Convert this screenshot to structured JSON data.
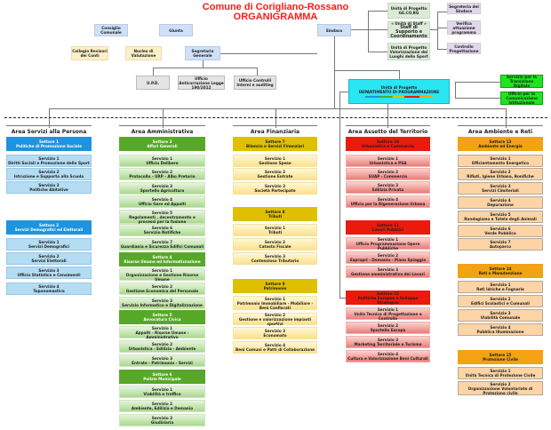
{
  "title": "Comune di Corigliano-Rossano",
  "subtitle": "ORGANIGRAMMA",
  "top": {
    "consiglio": "Consiglio Comunale",
    "giunta": "Giunta",
    "collegio": "Collegio Revisori dei Conti",
    "nucleo": "Nucleo di Valutazione",
    "segretario": "Segretario Generale",
    "upd": "U.P.D.",
    "anticorruzione": "Ufficio Anticorruzione Legge 190/2012",
    "controlli": "Ufficio Controlli Interni e auditing",
    "sindaco": "Sindaco",
    "gecorg": "Unità di Progetto GE.CO.RG",
    "staff_1": "« Unità di Staff »",
    "staff_2": "Staff di Supporto e Coordinamento",
    "valorizzazione": "Unità di Progetto Valorizzazione dei Luoghi dello Sport",
    "segreteria": "Segreteria del Sindaco",
    "verifica": "Verifica attuazione programma",
    "controllo": "Controllo Progettazione",
    "dip_1": "Unità di Progetto",
    "dip_2": "DEPARTIMENTO DI PROGRAMMAZIONE",
    "transizione": "Servizio per la Transizione Digitale",
    "comunicazione": "Ufficio per la Comunicazione Istituzionale"
  },
  "areas": [
    {
      "name": "Area Servizi alla Persona",
      "items": [
        [
          "S",
          "Settore 1",
          "Politiche di Promozione Sociale"
        ],
        [
          "V",
          "Servizio 1",
          "Diritti Sociali e Promozione dello Sport"
        ],
        [
          "V",
          "Servizio 2",
          "Istruzione e Supporto alla Scuola"
        ],
        [
          "V",
          "Servizio 3",
          "Politiche Abitative"
        ],
        [
          "S",
          "Settore 2",
          "Servizi Demografici ed Elettorali"
        ],
        [
          "V",
          "Servizio 1",
          "Servizi Demografici"
        ],
        [
          "V",
          "Servizio 2",
          "Servizi Elettorali"
        ],
        [
          "V",
          "Servizio 3",
          "Ufficio Statistica e Censimenti"
        ],
        [
          "V",
          "Servizio 4",
          "Toponomastica"
        ]
      ]
    },
    {
      "name": "Area Amministrativa",
      "items": [
        [
          "S",
          "Settore 3",
          "Affari Generali"
        ],
        [
          "V",
          "Servizio 1",
          "Ufficio Delibere"
        ],
        [
          "V",
          "Servizio 2",
          "Protocollo - URP - Albo Pretorio"
        ],
        [
          "V",
          "Servizio 3",
          "Sportello Agricoltura"
        ],
        [
          "V",
          "Servizio 4",
          "Ufficio Gare ed Appalti"
        ],
        [
          "V",
          "Servizio 5",
          "Regolamenti , decentramento e processi per la fusione"
        ],
        [
          "V",
          "Servizio 6",
          "Servizio Notifiche"
        ],
        [
          "V",
          "Servizio 7",
          "Guardiania e Sicurezza Edifici Comunali"
        ],
        [
          "S",
          "Settore 4",
          "Risorse Umane ed Informatizzazione"
        ],
        [
          "V",
          "Servizio 1",
          "Organizzazione e Gestione Risorse Umane"
        ],
        [
          "V",
          "Servizio 2",
          "Gestione Economica del Personale"
        ],
        [
          "V",
          "Servizio 3",
          "Servizio Informatico e Digitalizzazione"
        ],
        [
          "S",
          "Settore 5",
          "Avvocatura Civica"
        ],
        [
          "V",
          "Servizio 1",
          "Appalti - Risorse Umane - Amministrativo"
        ],
        [
          "V",
          "Servizio 2",
          "Urbanistica - Edilizia - Ambiente"
        ],
        [
          "V",
          "Servizio 3",
          "Entrate - Patrimonio - Servizi"
        ],
        [
          "S",
          "Settore 6",
          "Polizia Municipale"
        ],
        [
          "V",
          "Servizio 1",
          "Viabilità e traffico"
        ],
        [
          "V",
          "Servizio 2",
          "Ambiente, Edilizia e Demanio"
        ],
        [
          "V",
          "Servizio 3",
          "Giudiziaria"
        ]
      ]
    },
    {
      "name": "Area Finanziaria",
      "items": [
        [
          "S",
          "Settore 7",
          "Bilancio e Servizi Finanziari"
        ],
        [
          "V",
          "Servizio 1",
          "Gestione Spese"
        ],
        [
          "V",
          "Servizio 2",
          "Gestione Entrate"
        ],
        [
          "V",
          "Servizio 3",
          "Società Partecipate"
        ],
        [
          "S",
          "Settore 8",
          "Tributi"
        ],
        [
          "V",
          "Servizio 1",
          "Tributi"
        ],
        [
          "V",
          "Servizio 2",
          "Catasto Fiscale"
        ],
        [
          "V",
          "Servizio 3",
          "Contenzioso Tributario"
        ],
        [
          "S",
          "Settore 9",
          "Patrimonio"
        ],
        [
          "V",
          "Servizio 1",
          "Patrimonio Immobiliare - Mobiliare - Beni Confiscati"
        ],
        [
          "V",
          "Servizio 2",
          "Gestione e valorizzazione impianti sportivi"
        ],
        [
          "V",
          "Servizio 3",
          "Economato"
        ],
        [
          "V",
          "Servizio 4",
          "Beni Comuni e Patti di Collaborazione"
        ]
      ]
    },
    {
      "name": "Area Assetto del Territorio",
      "items": [
        [
          "S",
          "Settore 10",
          "Urbanistica e Commercio"
        ],
        [
          "V",
          "Servizio 1",
          "Urbanistica e PSA"
        ],
        [
          "V",
          "Servizio 2",
          "SUAP - Commercio"
        ],
        [
          "V",
          "Servizio 3",
          "Edilizia Privata"
        ],
        [
          "V",
          "Servizio 4",
          "Ufficio per la Rigenerazione Urbana"
        ],
        [
          "S",
          "Settore 11",
          "Lavori Pubblici"
        ],
        [
          "V",
          "Servizio 1",
          "Ufficio Programmazione Opere Pubbliche"
        ],
        [
          "V",
          "Servizio 2",
          "Espropri - Demanio - Piano Spiaggia"
        ],
        [
          "V",
          "Servizio 3",
          "Gestione amministrativa dei Lavori"
        ],
        [
          "S",
          "Settore 12",
          "Politiche Europee e Sviluppo Strategico"
        ],
        [
          "V",
          "Servizio 1",
          "Unità Tecnica di Progettazione e Controllo"
        ],
        [
          "V",
          "Servizio 2",
          "Sportello Europa"
        ],
        [
          "V",
          "Servizio 3",
          "Marketing Territoriale e Turismo"
        ],
        [
          "V",
          "Servizio 4",
          "Cultura e Valorizzazione Beni Culturali"
        ]
      ]
    },
    {
      "name": "Area Ambiente e Reti",
      "items": [
        [
          "S",
          "Settore 13",
          "Ambiente ed Energia"
        ],
        [
          "V",
          "Servizio 1",
          "Efficientamento Energetico"
        ],
        [
          "V",
          "Servizio 2",
          "Rifiuti, Igiene Urbana, Bonifiche"
        ],
        [
          "V",
          "Servizio 3",
          "Servizi Cimiteriali"
        ],
        [
          "V",
          "Servizio 4",
          "Depurazione"
        ],
        [
          "V",
          "Servizio 5",
          "Randagismo e Tutela degli Animali"
        ],
        [
          "V",
          "Servizio 6",
          "Verde Pubblico"
        ],
        [
          "V",
          "Servizio 7",
          "Autoparco"
        ],
        [
          "S",
          "Settore 14",
          "Reti e Manutenzione"
        ],
        [
          "V",
          "Servizio 1",
          "Reti Idriche e Fognarie"
        ],
        [
          "V",
          "Servizio 2",
          "Edifici Scolastici e Comunali"
        ],
        [
          "V",
          "Servizio 3",
          "Viabilità Comunale"
        ],
        [
          "V",
          "Servizio 4",
          "Pubblica Illuminazione"
        ],
        [
          "S",
          "Settore 15",
          "Protezione Civile"
        ],
        [
          "V",
          "Servizio 1",
          "Unità Tecnica di Protezione Civile"
        ],
        [
          "V",
          "Servizio 2",
          "Organizzazione Volontariato di Protezione civile"
        ]
      ]
    }
  ]
}
